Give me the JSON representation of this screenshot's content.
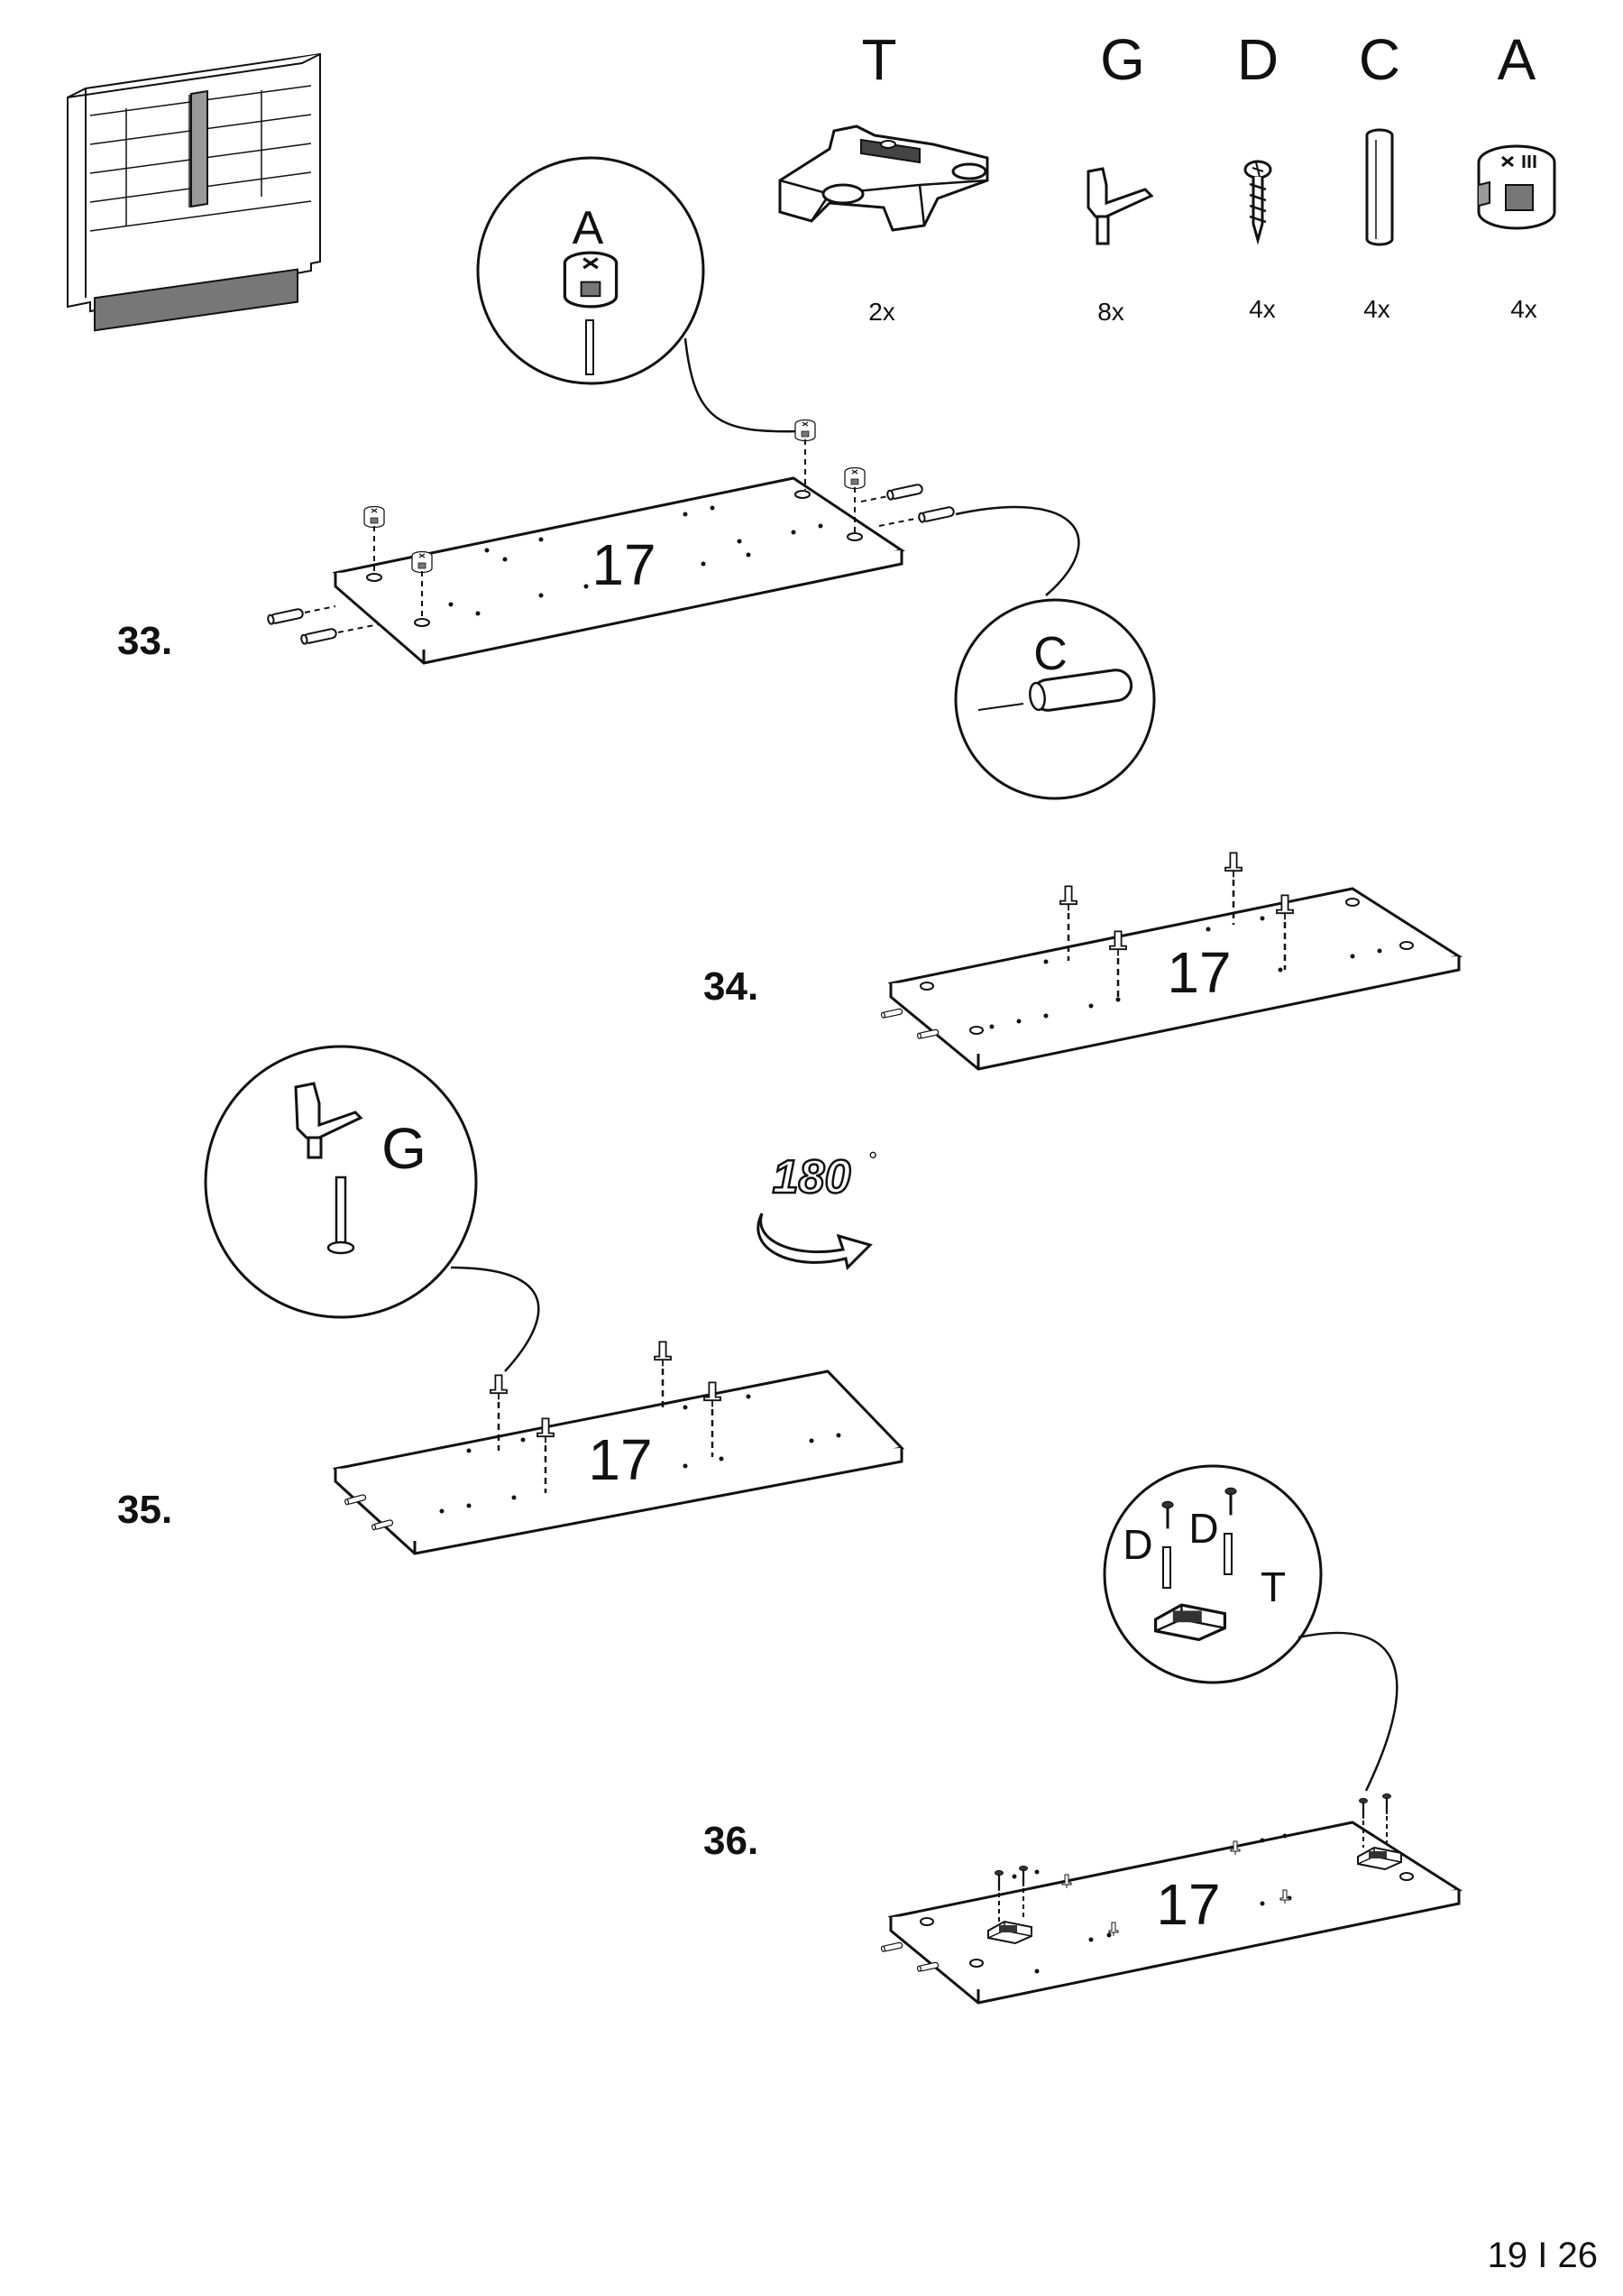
{
  "parts": [
    {
      "letter": "T",
      "qty": "2x",
      "icon": "hinge-plate-icon"
    },
    {
      "letter": "G",
      "qty": "8x",
      "icon": "shelf-support-icon"
    },
    {
      "letter": "D",
      "qty": "4x",
      "icon": "screw-icon"
    },
    {
      "letter": "C",
      "qty": "4x",
      "icon": "dowel-icon"
    },
    {
      "letter": "A",
      "qty": "4x",
      "icon": "cam-lock-icon"
    }
  ],
  "steps": [
    {
      "number": "33.",
      "panel": "17",
      "callouts": [
        "A",
        "C"
      ]
    },
    {
      "number": "34.",
      "panel": "17"
    },
    {
      "number": "35.",
      "panel": "17",
      "callouts": [
        "G"
      ]
    },
    {
      "number": "36.",
      "panel": "17",
      "callouts": [
        "D",
        "D",
        "T"
      ]
    }
  ],
  "rotation": {
    "value": "180",
    "unit": "°"
  },
  "page_number": "19 I 26"
}
